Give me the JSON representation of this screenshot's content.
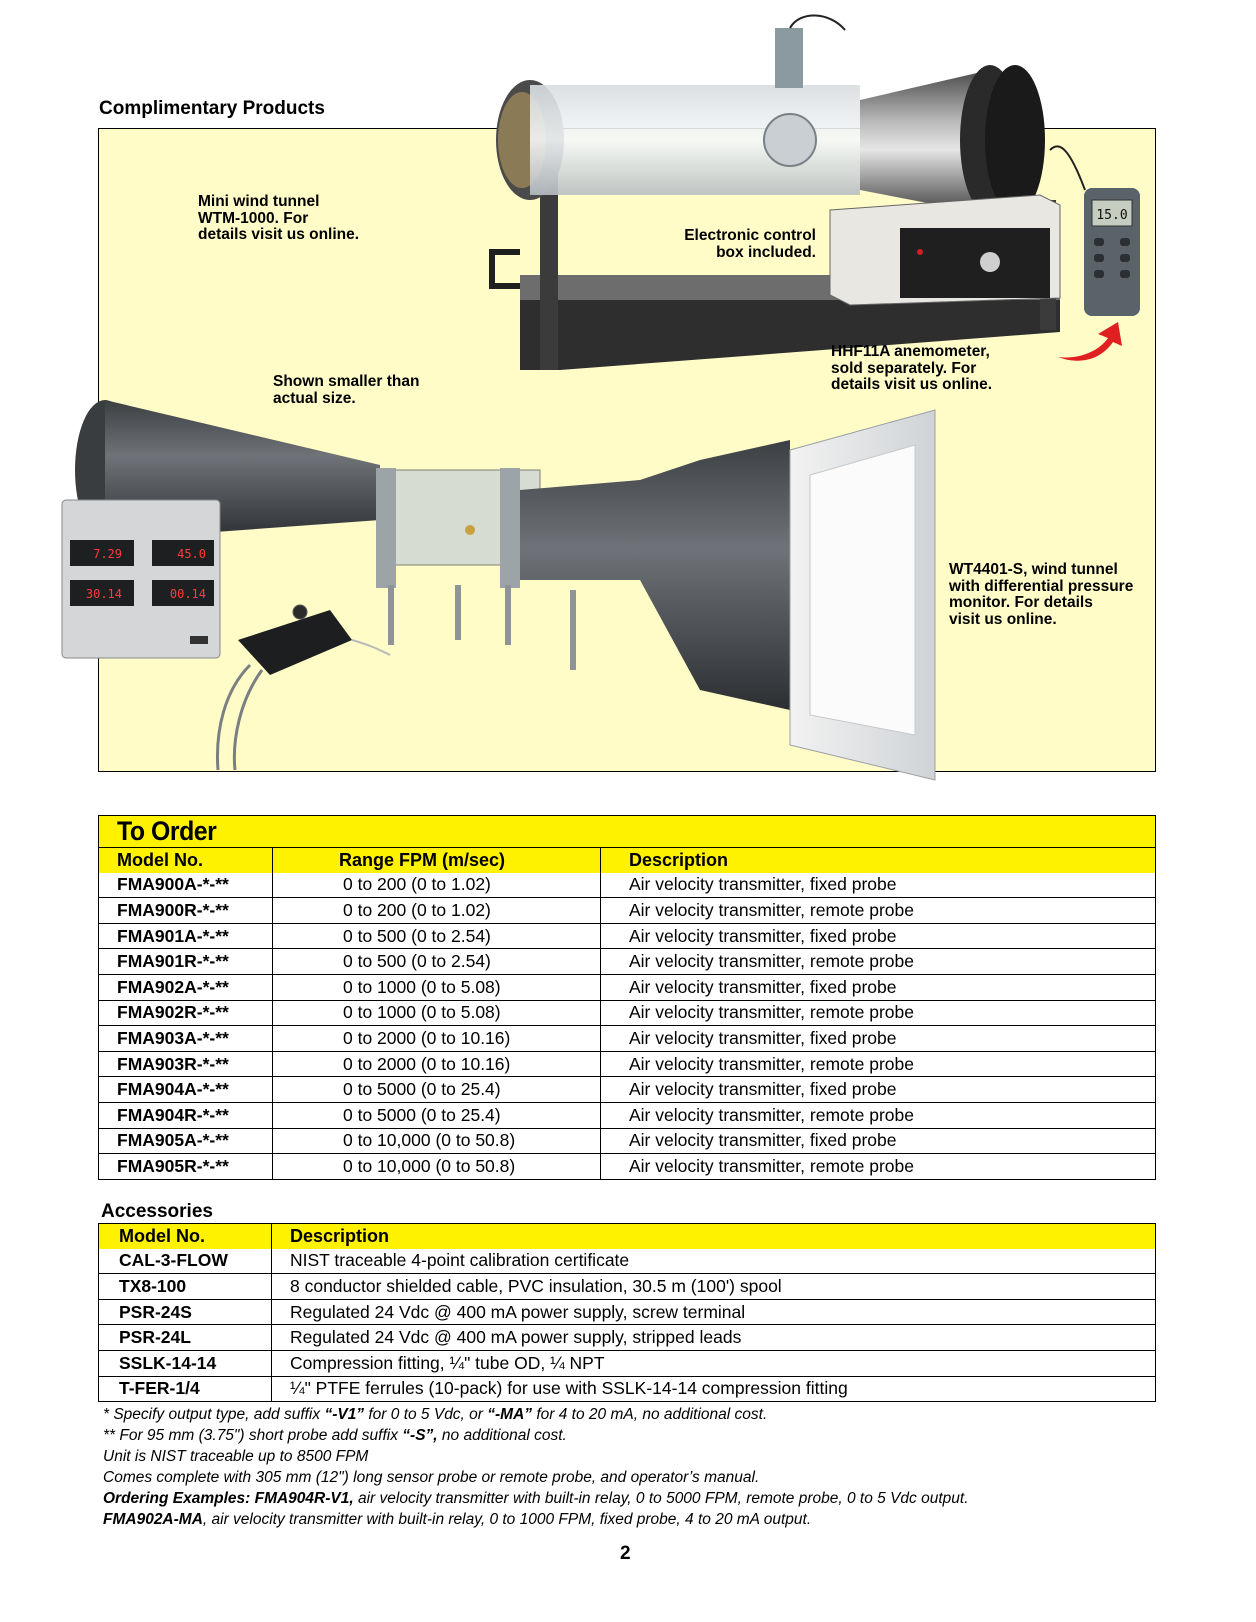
{
  "complimentary": {
    "title": "Complimentary Products",
    "callouts": {
      "mini_tunnel": "Mini wind tunnel\nWTM-1000. For\ndetails visit us online.",
      "control_box": "Electronic control\nbox included.",
      "anemometer": "HHF11A anemometer,\nsold separately. For\ndetails visit us online.",
      "smaller": "Shown smaller than\nactual size.",
      "wt4401": "WT4401-S, wind tunnel\nwith differential pressure\nmonitor. For details\nvisit us online."
    },
    "meter_reading": "15.0",
    "panel_readouts": [
      "7.29",
      "45.0",
      "30.14",
      "00.14"
    ]
  },
  "to_order": {
    "title": "To Order",
    "headers": [
      "Model No.",
      "Range FPM (m/sec)",
      "Description"
    ],
    "rows": [
      {
        "model": "FMA900A-*-**",
        "range": "0 to 200 (0 to 1.02)",
        "desc": "Air velocity transmitter, fixed probe"
      },
      {
        "model": "FMA900R-*-**",
        "range": "0 to 200 (0 to 1.02)",
        "desc": "Air velocity transmitter, remote probe"
      },
      {
        "model": "FMA901A-*-**",
        "range": "0 to 500 (0 to 2.54)",
        "desc": "Air velocity transmitter, fixed probe"
      },
      {
        "model": "FMA901R-*-**",
        "range": "0 to 500 (0 to 2.54)",
        "desc": "Air velocity transmitter, remote probe"
      },
      {
        "model": "FMA902A-*-**",
        "range": "0 to 1000 (0 to 5.08)",
        "desc": "Air velocity transmitter, fixed probe"
      },
      {
        "model": "FMA902R-*-**",
        "range": "0 to 1000 (0 to 5.08)",
        "desc": "Air velocity transmitter, remote probe"
      },
      {
        "model": "FMA903A-*-**",
        "range": "0 to 2000 (0 to 10.16)",
        "desc": "Air velocity transmitter, fixed probe"
      },
      {
        "model": "FMA903R-*-**",
        "range": "0 to 2000 (0 to 10.16)",
        "desc": "Air velocity transmitter, remote probe"
      },
      {
        "model": "FMA904A-*-**",
        "range": "0 to 5000 (0 to 25.4)",
        "desc": "Air velocity transmitter, fixed probe"
      },
      {
        "model": "FMA904R-*-**",
        "range": "0 to 5000 (0 to 25.4)",
        "desc": "Air velocity transmitter, remote probe"
      },
      {
        "model": "FMA905A-*-**",
        "range": "0 to 10,000 (0 to 50.8)",
        "desc": "Air velocity transmitter, fixed probe"
      },
      {
        "model": "FMA905R-*-**",
        "range": "0 to 10,000 (0 to 50.8)",
        "desc": "Air velocity transmitter, remote probe"
      }
    ]
  },
  "accessories": {
    "title": "Accessories",
    "headers": [
      "Model No.",
      "Description"
    ],
    "rows": [
      {
        "model": "CAL-3-FLOW",
        "desc": "NIST traceable 4-point calibration certificate"
      },
      {
        "model": "TX8-100",
        "desc": "8 conductor shielded cable, PVC insulation, 30.5 m (100') spool"
      },
      {
        "model": "PSR-24S",
        "desc": "Regulated 24 Vdc @ 400 mA power supply, screw terminal"
      },
      {
        "model": "PSR-24L",
        "desc": "Regulated 24 Vdc @ 400 mA power supply, stripped leads"
      },
      {
        "model": "SSLK-14-14",
        "desc": "Compression fitting, ¼\" tube OD, ¼ NPT"
      },
      {
        "model": "T-FER-1/4",
        "desc": "¼\" PTFE ferrules (10-pack) for use with SSLK-14-14 compression fitting"
      }
    ]
  },
  "notes": {
    "n1_a": "* Specify output type, add suffix ",
    "n1_b": "“-V1”",
    "n1_c": " for 0 to 5 Vdc, or ",
    "n1_d": "“-MA”",
    "n1_e": " for 4 to 20 mA, no additional cost.",
    "n2_a": "** For 95 mm (3.75\") short probe add suffix ",
    "n2_b": "“-S”,",
    "n2_c": " no additional cost.",
    "n3": "Unit is NIST traceable up to 8500 FPM",
    "n4": "Comes complete with 305 mm (12\") long sensor probe or remote probe, and operator’s manual.",
    "n5_a": "Ordering Examples: FMA904R-V1,",
    "n5_b": " air velocity transmitter with built-in relay, 0 to 5000 FPM, remote probe, 0 to 5 Vdc output.",
    "n6_a": "FMA902A-MA",
    "n6_b": ", air velocity transmitter with built-in relay, 0 to 1000 FPM, fixed probe, 4 to 20 mA output."
  },
  "page_number": "2"
}
